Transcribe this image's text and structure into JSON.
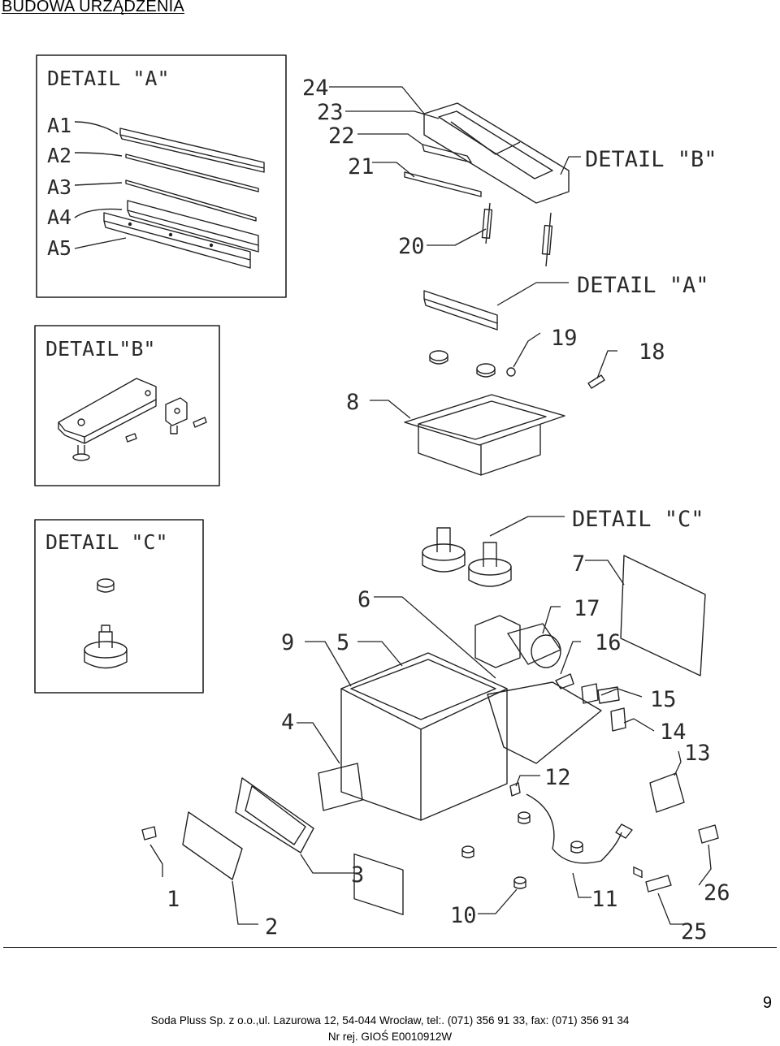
{
  "page": {
    "heading": "BUDOWA URZĄDZENIA",
    "page_number": "9",
    "footer_line1": "Soda Pluss Sp. z o.o.,ul. Lazurowa 12, 54-044 Wrocław, tel:. (071) 356 91 33, fax: (071) 356 91 34",
    "footer_line2": "Nr rej. GIOŚ E0010912W"
  },
  "detail_boxes": {
    "a": {
      "title": "DETAIL \"A\"",
      "parts": [
        "A1",
        "A2",
        "A3",
        "A4",
        "A5"
      ]
    },
    "b": {
      "title": "DETAIL\"B\""
    },
    "c": {
      "title": "DETAIL \"C\""
    }
  },
  "callouts": {
    "detail_b": "DETAIL \"B\"",
    "detail_a": "DETAIL \"A\"",
    "detail_c": "DETAIL \"C\"",
    "p1": "1",
    "p2": "2",
    "p3": "3",
    "p4": "4",
    "p5": "5",
    "p6": "6",
    "p7": "7",
    "p8": "8",
    "p9": "9",
    "p10": "10",
    "p11": "11",
    "p12": "12",
    "p13": "13",
    "p14": "14",
    "p15": "15",
    "p16": "16",
    "p17": "17",
    "p18": "18",
    "p19": "19",
    "p20": "20",
    "p21": "21",
    "p22": "22",
    "p23": "23",
    "p24": "24",
    "p25": "25",
    "p26": "26"
  }
}
